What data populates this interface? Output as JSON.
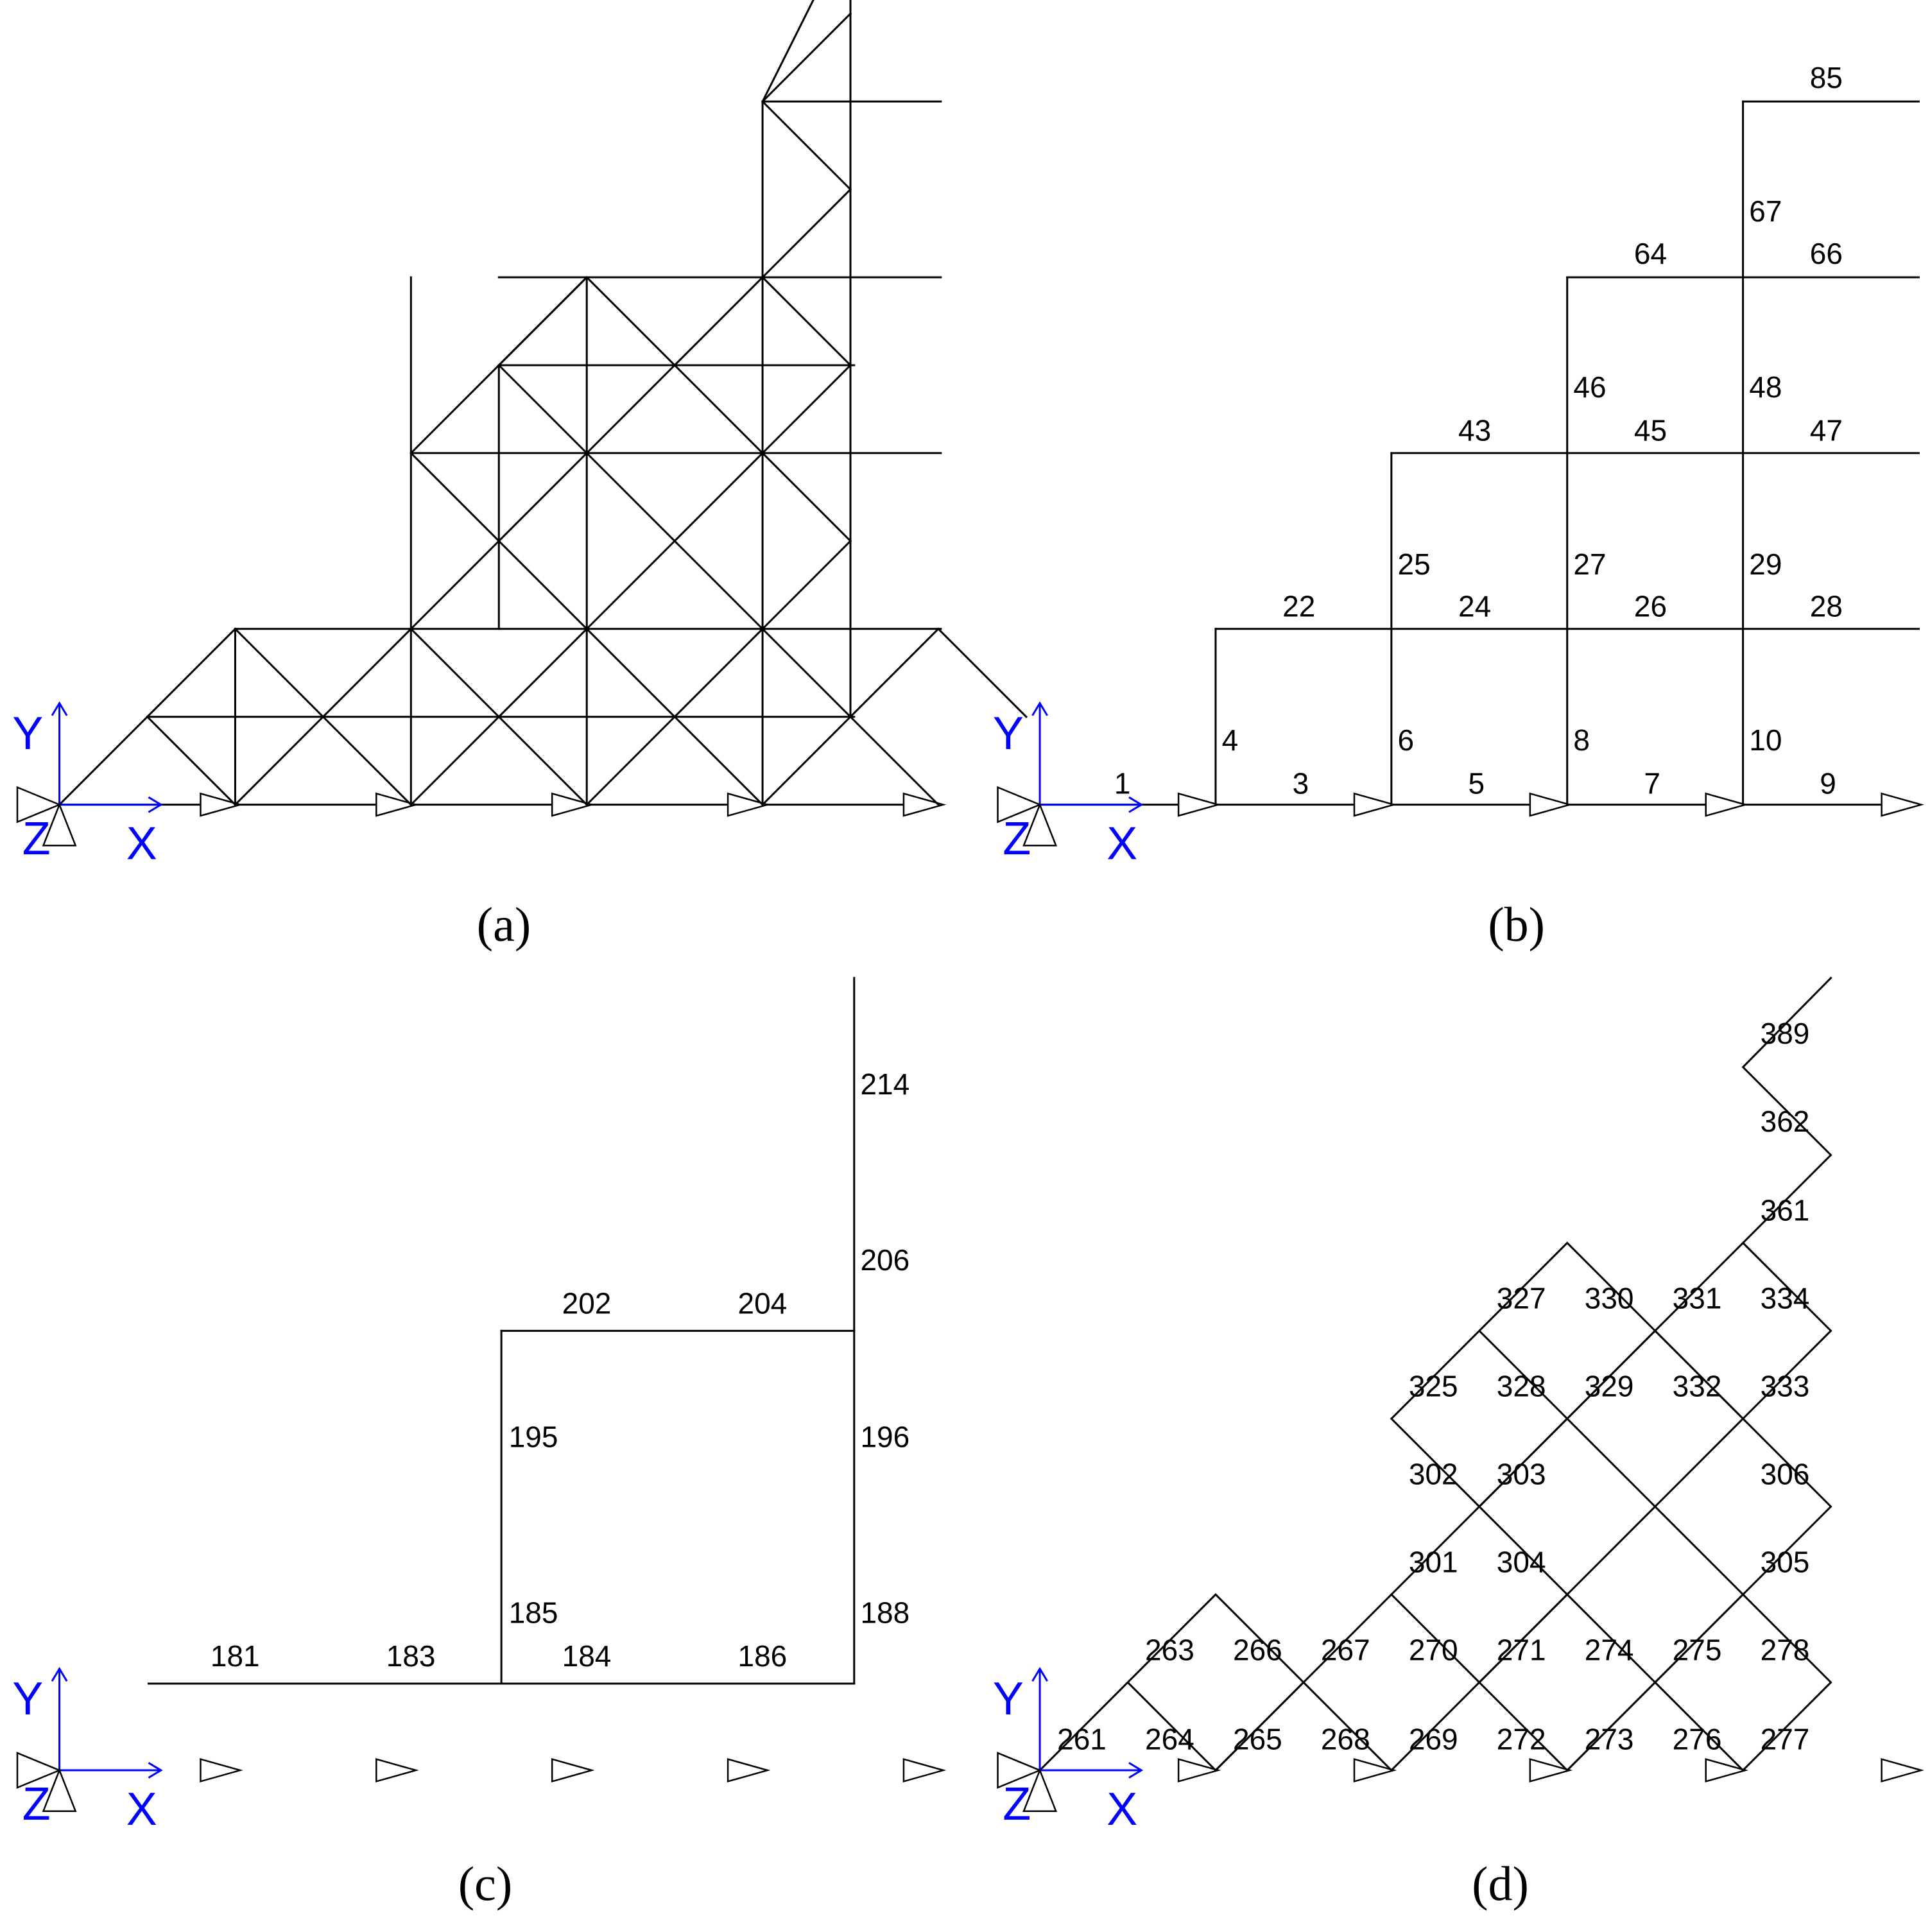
{
  "axes": {
    "x_label": "X",
    "y_label": "Y",
    "z_label": "Z"
  },
  "axis_color": "#0000ff",
  "line_color": "#000000",
  "panels": [
    {
      "id": "a",
      "caption": "(a)",
      "labels": []
    },
    {
      "id": "b",
      "caption": "(b)",
      "labels": [
        "1",
        "3",
        "4",
        "5",
        "6",
        "7",
        "8",
        "9",
        "10",
        "22",
        "24",
        "25",
        "26",
        "27",
        "28",
        "29",
        "43",
        "45",
        "46",
        "47",
        "48",
        "64",
        "66",
        "67",
        "85"
      ]
    },
    {
      "id": "c",
      "caption": "(c)",
      "labels": [
        "181",
        "183",
        "184",
        "185",
        "186",
        "188",
        "195",
        "196",
        "202",
        "204",
        "206",
        "214"
      ]
    },
    {
      "id": "d",
      "caption": "(d)",
      "labels": [
        "261",
        "263",
        "264",
        "265",
        "266",
        "267",
        "268",
        "269",
        "270",
        "271",
        "272",
        "273",
        "274",
        "275",
        "276",
        "277",
        "278",
        "301",
        "302",
        "303",
        "304",
        "305",
        "306",
        "325",
        "327",
        "328",
        "329",
        "330",
        "331",
        "332",
        "333",
        "334",
        "361",
        "362",
        "389"
      ]
    }
  ]
}
